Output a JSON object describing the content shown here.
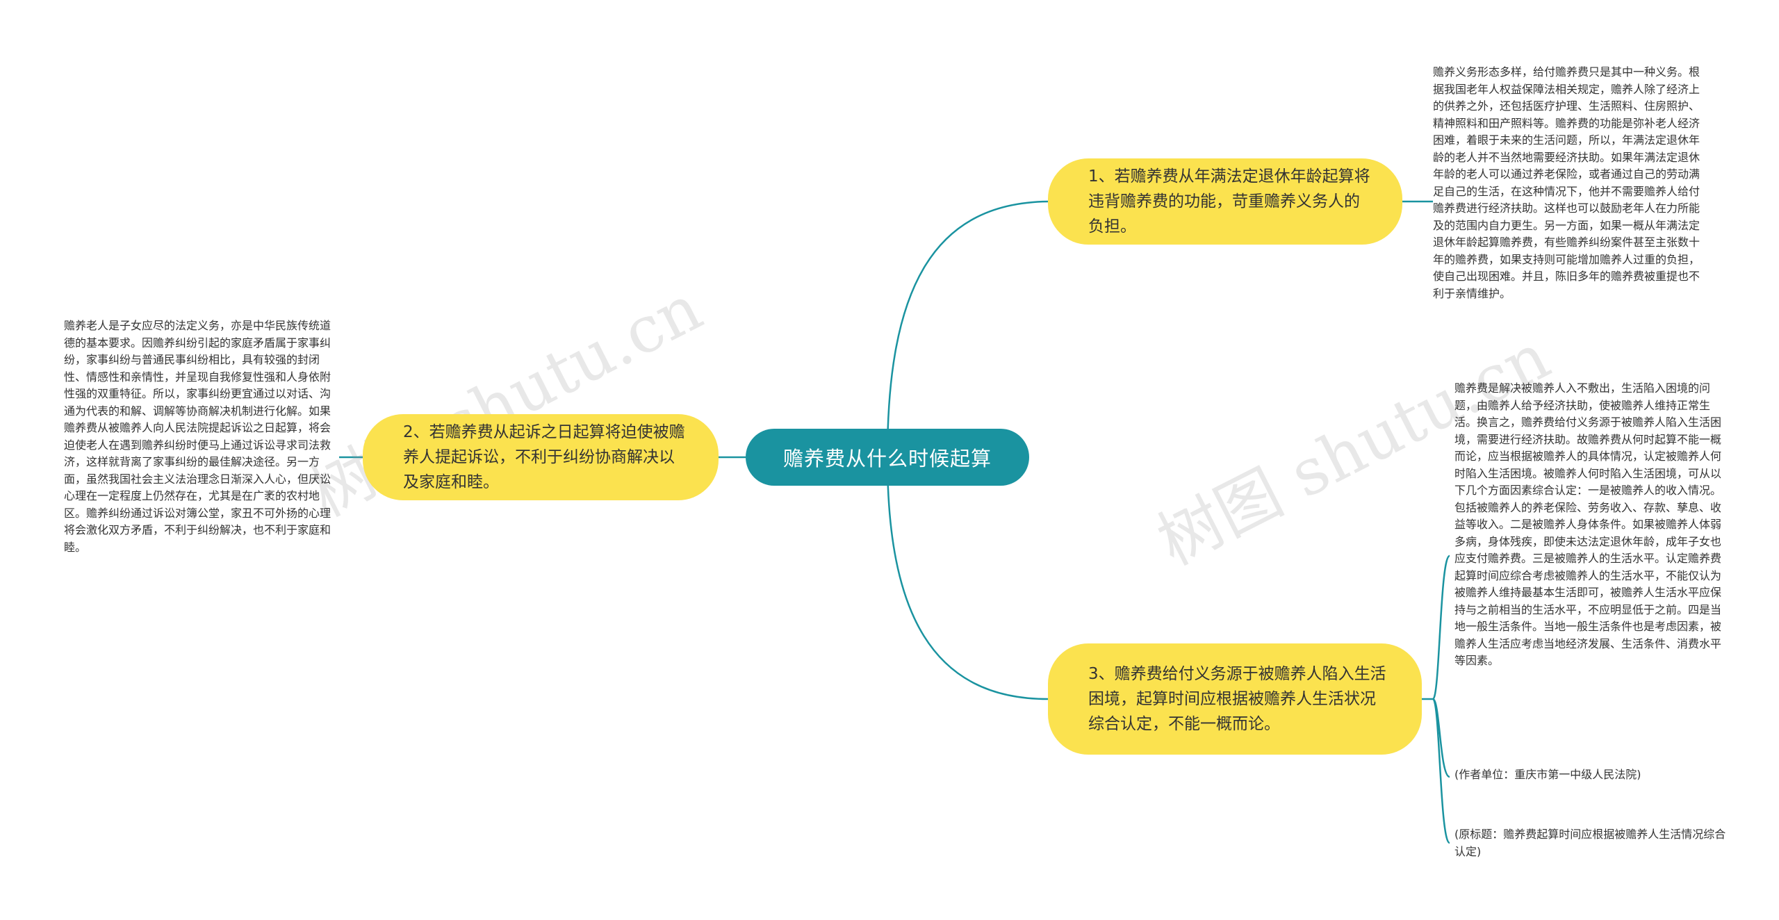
{
  "root": {
    "label": "赡养费从什么时候起算"
  },
  "branches": [
    {
      "label": "1、若赡养费从年满法定退休年龄起算将违背赡养费的功能，苛重赡养义务人的负担。"
    },
    {
      "label": "2、若赡养费从起诉之日起算将迫使被赡养人提起诉讼，不利于纠纷协商解决以及家庭和睦。"
    },
    {
      "label": "3、赡养费给付义务源于被赡养人陷入生活困境，起算时间应根据被赡养人生活状况综合认定，不能一概而论。"
    }
  ],
  "leaves": [
    {
      "text": "赡养义务形态多样，给付赡养费只是其中一种义务。根据我国老年人权益保障法相关规定，赡养人除了经济上的供养之外，还包括医疗护理、生活照料、住房照护、精神照料和田产照料等。赡养费的功能是弥补老人经济困难，着眼于未来的生活问题，所以，年满法定退休年龄的老人并不当然地需要经济扶助。如果年满法定退休年龄的老人可以通过养老保险，或者通过自己的劳动满足自己的生活，在这种情况下，他并不需要赡养人给付赡养费进行经济扶助。这样也可以鼓励老年人在力所能及的范围内自力更生。另一方面，如果一概从年满法定退休年龄起算赡养费，有些赡养纠纷案件甚至主张数十年的赡养费，如果支持则可能增加赡养人过重的负担，使自己出现困难。并且，陈旧多年的赡养费被重提也不利于亲情维护。"
    },
    {
      "text": "赡养老人是子女应尽的法定义务，亦是中华民族传统道德的基本要求。因赡养纠纷引起的家庭矛盾属于家事纠纷，家事纠纷与普通民事纠纷相比，具有较强的封闭性、情感性和亲情性，并呈现自我修复性强和人身依附性强的双重特征。所以，家事纠纷更宜通过以对话、沟通为代表的和解、调解等协商解决机制进行化解。如果赡养费从被赡养人向人民法院提起诉讼之日起算，将会迫使老人在遇到赡养纠纷时便马上通过诉讼寻求司法救济，这样就背离了家事纠纷的最佳解决途径。另一方面，虽然我国社会主义法治理念日渐深入人心，但厌讼心理在一定程度上仍然存在，尤其是在广袤的农村地区。赡养纠纷通过诉讼对簿公堂，家丑不可外扬的心理将会激化双方矛盾，不利于纠纷解决，也不利于家庭和睦。"
    },
    {
      "text": "赡养费是解决被赡养人入不敷出，生活陷入困境的问题，由赡养人给予经济扶助，使被赡养人维持正常生活。换言之，赡养费给付义务源于被赡养人陷入生活困境，需要进行经济扶助。故赡养费从何时起算不能一概而论，应当根据被赡养人的具体情况，认定被赡养人何时陷入生活困境。被赡养人何时陷入生活困境，可从以下几个方面因素综合认定：一是被赡养人的收入情况。包括被赡养人的养老保险、劳务收入、存款、孳息、收益等收入。二是被赡养人身体条件。如果被赡养人体弱多病，身体残疾，即使未达法定退休年龄，成年子女也应支付赡养费。三是被赡养人的生活水平。认定赡养费起算时间应综合考虑被赡养人的生活水平，不能仅认为被赡养人维持最基本生活即可，被赡养人生活水平应保持与之前相当的生活水平，不应明显低于之前。四是当地一般生活条件。当地一般生活条件也是考虑因素，被赡养人生活应考虑当地经济发展、生活条件、消费水平等因素。"
    },
    {
      "text": "(作者单位：重庆市第一中级人民法院)"
    },
    {
      "text": "(原标题：赡养费起算时间应根据被赡养人生活情况综合认定)"
    }
  ],
  "watermark": {
    "text": "树图 shutu.cn"
  },
  "colors": {
    "root_bg": "#1a93a0",
    "branch_bg": "#fbe24f",
    "line": "#1a93a0",
    "text": "#333333"
  }
}
